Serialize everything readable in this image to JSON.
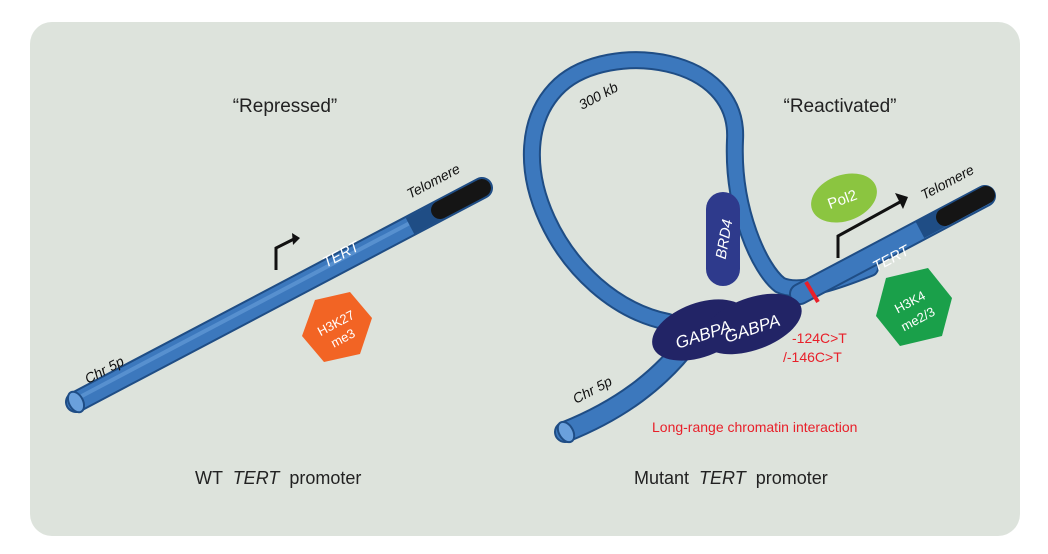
{
  "left_panel": {
    "state_label": "“Repressed”",
    "gene": "TERT",
    "telomere": "Telomere",
    "chromosome": "Chr 5p",
    "mark_line1": "H3K27",
    "mark_line2": "me3",
    "caption_prefix": "WT",
    "caption_gene": "TERT",
    "caption_suffix": "promoter"
  },
  "right_panel": {
    "state_label": "“Reactivated”",
    "loop_distance": "300 kb",
    "brd4": "BRD4",
    "gabpa_1": "GABPA",
    "gabpa_2": "GABPA",
    "pol": "Pol2",
    "gene": "TERT",
    "telomere": "Telomere",
    "chromosome": "Chr 5p",
    "mark_line1": "H3K4",
    "mark_line2": "me2/3",
    "mutation_1": "-124C>T",
    "mutation_2": "/-146C>T",
    "interaction": "Long-range chromatin interaction",
    "caption_prefix": "Mutant",
    "caption_gene": "TERT",
    "caption_suffix": "promoter"
  },
  "colors": {
    "panel_bg": "#dde3dc",
    "dna": "#3c78bd",
    "dna_dark": "#24558f",
    "gene_region": "#5b93d4",
    "telomere": "#1a1a1a",
    "h3k27": "#f26424",
    "h3k4": "#1aa04a",
    "pol2": "#8bc540",
    "gabpa": "#222466",
    "brd4": "#2e3a8c",
    "mutation": "#e8202a"
  }
}
